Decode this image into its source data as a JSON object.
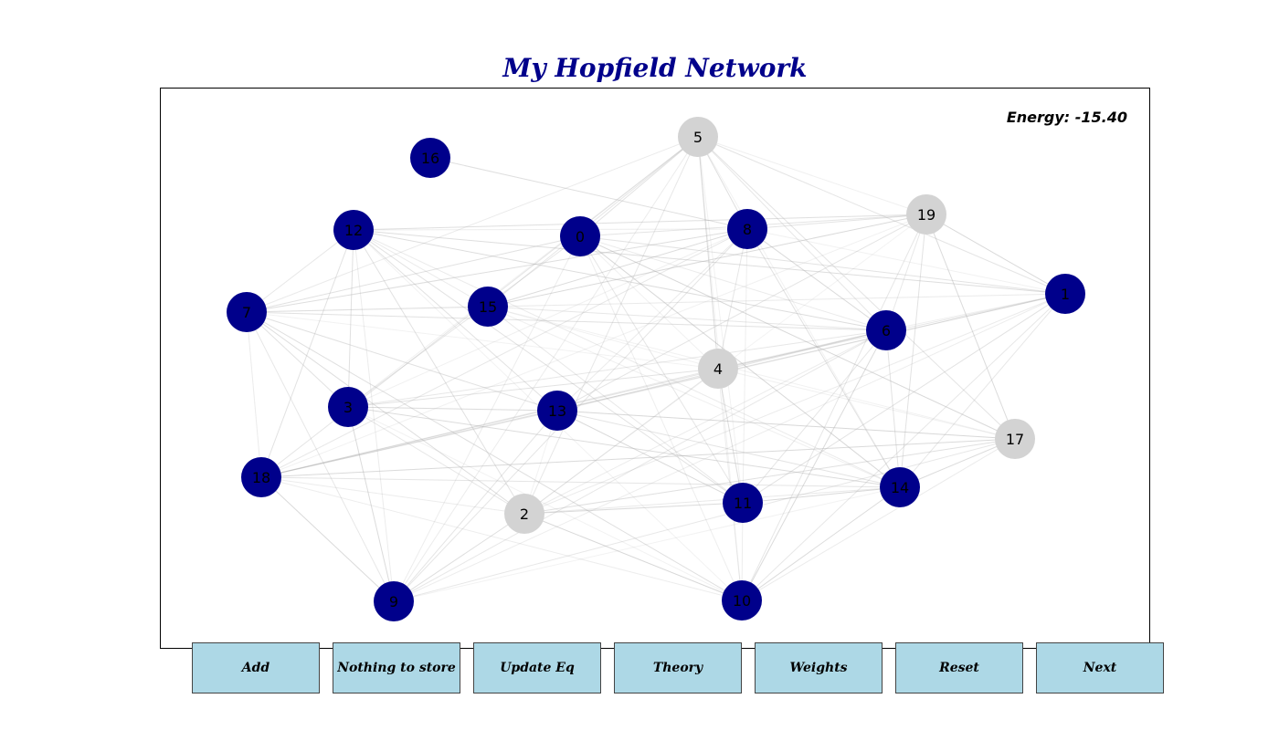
{
  "title": "My Hopfield Network",
  "energy_text": "Energy: -15.40",
  "colors": {
    "active": "#00008b",
    "inactive": "#d3d3d3",
    "edge": "#b0b0b0",
    "button": "#add8e6",
    "title": "#00008b"
  },
  "nodes": [
    {
      "id": "0",
      "state": "active"
    },
    {
      "id": "1",
      "state": "active"
    },
    {
      "id": "2",
      "state": "inactive"
    },
    {
      "id": "3",
      "state": "active"
    },
    {
      "id": "4",
      "state": "inactive"
    },
    {
      "id": "5",
      "state": "inactive"
    },
    {
      "id": "6",
      "state": "active"
    },
    {
      "id": "7",
      "state": "active"
    },
    {
      "id": "8",
      "state": "active"
    },
    {
      "id": "9",
      "state": "active"
    },
    {
      "id": "10",
      "state": "active"
    },
    {
      "id": "11",
      "state": "active"
    },
    {
      "id": "12",
      "state": "active"
    },
    {
      "id": "13",
      "state": "active"
    },
    {
      "id": "14",
      "state": "active"
    },
    {
      "id": "15",
      "state": "active"
    },
    {
      "id": "16",
      "state": "active"
    },
    {
      "id": "17",
      "state": "inactive"
    },
    {
      "id": "18",
      "state": "active"
    },
    {
      "id": "19",
      "state": "inactive"
    }
  ],
  "buttons": [
    "Add",
    "Nothing to store",
    "Update Eq",
    "Theory",
    "Weights",
    "Reset",
    "Next"
  ]
}
